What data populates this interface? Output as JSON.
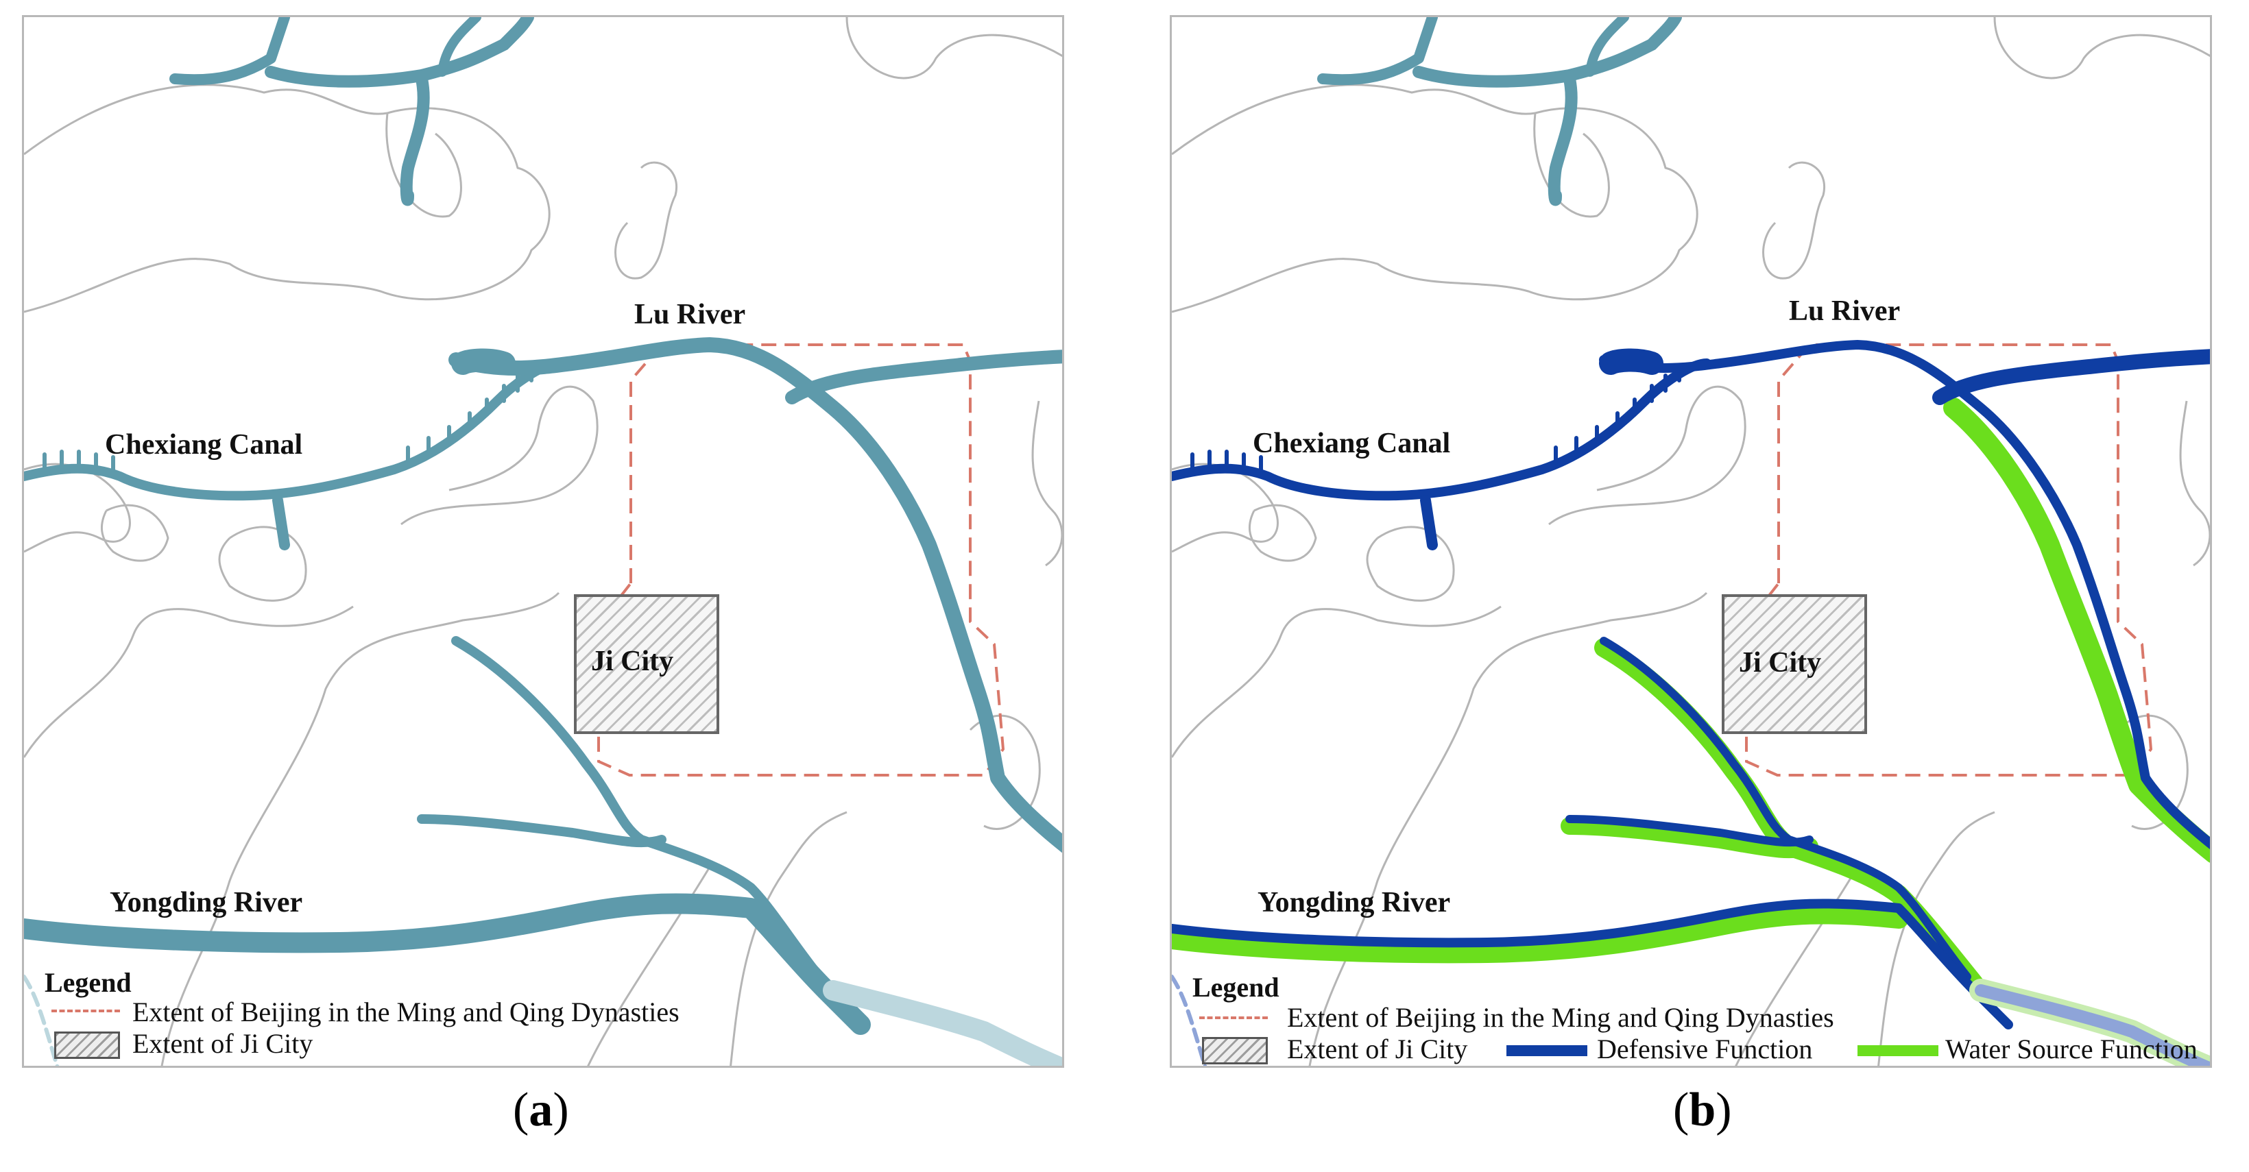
{
  "panels": [
    {
      "caption_letter": "a",
      "labels": {
        "lu_river": "Lu River",
        "chexiang_canal": "Chexiang Canal",
        "ji_city": "Ji City",
        "yongding_river": "Yongding River"
      },
      "legend": {
        "title": "Legend",
        "beijing_extent": "Extent of Beijing in the Ming and Qing Dynasties",
        "ji_extent": "Extent of Ji City"
      }
    },
    {
      "caption_letter": "b",
      "labels": {
        "lu_river": "Lu River",
        "chexiang_canal": "Chexiang Canal",
        "ji_city": "Ji City",
        "yongding_river": "Yongding River"
      },
      "legend": {
        "title": "Legend",
        "beijing_extent": "Extent of Beijing in the Ming and Qing Dynasties",
        "ji_extent": "Extent of Ji City",
        "defensive": "Defensive Function",
        "water_source": "Water Source Function"
      }
    }
  ],
  "colors": {
    "river_teal": "#5e9aab",
    "river_faded": "#bcd7de",
    "defensive_blue": "#0f3ea3",
    "water_source_green": "#6bde1d",
    "boundary_grey": "#b5b5b5",
    "extent_dash_red": "#d9786a"
  }
}
